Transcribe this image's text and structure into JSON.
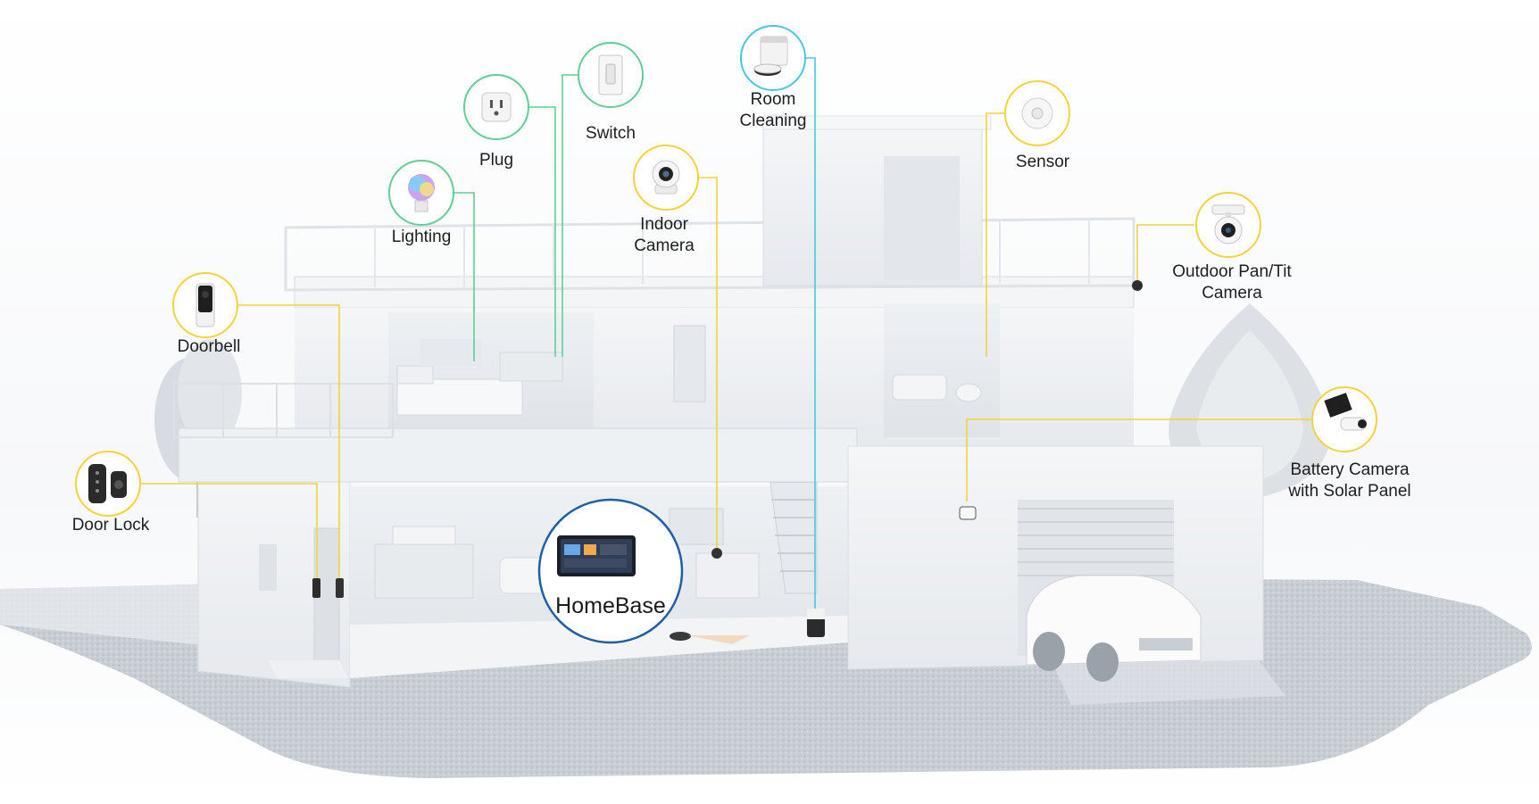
{
  "colors": {
    "green": "#5fcf95",
    "yellow": "#f2d43a",
    "cyan": "#45c8e0",
    "hub_blue": "#1f5fa8"
  },
  "hub": {
    "label": "HomeBase",
    "icon": "homebase-hub-icon"
  },
  "devices": [
    {
      "id": "plug",
      "label": "Plug",
      "color": "green",
      "icon": "smart-plug-icon"
    },
    {
      "id": "switch",
      "label": "Switch",
      "color": "green",
      "icon": "light-switch-icon"
    },
    {
      "id": "lighting",
      "label": "Lighting",
      "color": "green",
      "icon": "light-bulb-icon"
    },
    {
      "id": "room-cleaning",
      "label": "Room\nCleaning",
      "color": "cyan",
      "icon": "robot-vacuum-icon"
    },
    {
      "id": "indoor-camera",
      "label": "Indoor\nCamera",
      "color": "yellow",
      "icon": "indoor-camera-icon"
    },
    {
      "id": "sensor",
      "label": "Sensor",
      "color": "yellow",
      "icon": "motion-sensor-icon"
    },
    {
      "id": "outdoor-camera",
      "label": "Outdoor Pan/Tit\nCamera",
      "color": "yellow",
      "icon": "outdoor-camera-icon"
    },
    {
      "id": "doorbell",
      "label": "Doorbell",
      "color": "yellow",
      "icon": "video-doorbell-icon"
    },
    {
      "id": "battery-camera",
      "label": "Battery Camera\nwith Solar Panel",
      "color": "yellow",
      "icon": "solar-camera-icon"
    },
    {
      "id": "door-lock",
      "label": "Door Lock",
      "color": "yellow",
      "icon": "door-lock-icon"
    }
  ]
}
